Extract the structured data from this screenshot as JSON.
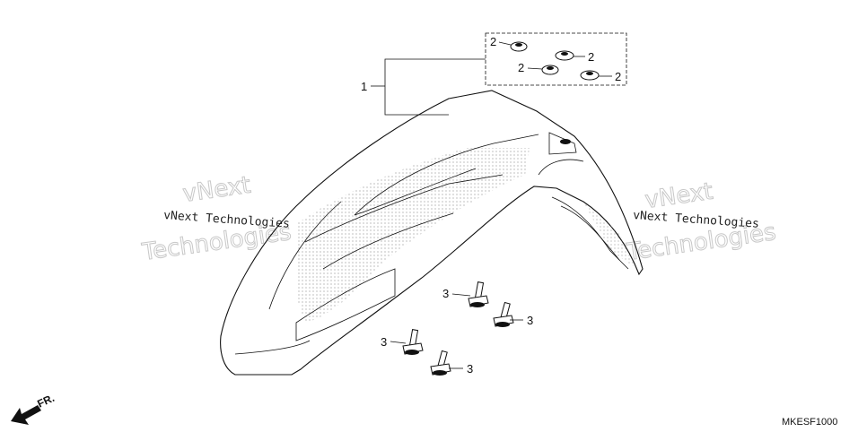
{
  "diagram": {
    "part_code": "MKESF1000",
    "direction_label": "FR.",
    "watermark_lines": [
      "vNext Technologies"
    ],
    "watermark_big_top": "vNext",
    "watermark_big_bottom": "Technologies",
    "callouts": {
      "fender": "1",
      "nut_a": "2",
      "nut_b": "2",
      "nut_c": "2",
      "nut_d": "2",
      "bolt_a": "3",
      "bolt_b": "3",
      "bolt_c": "3",
      "bolt_d": "3"
    }
  }
}
